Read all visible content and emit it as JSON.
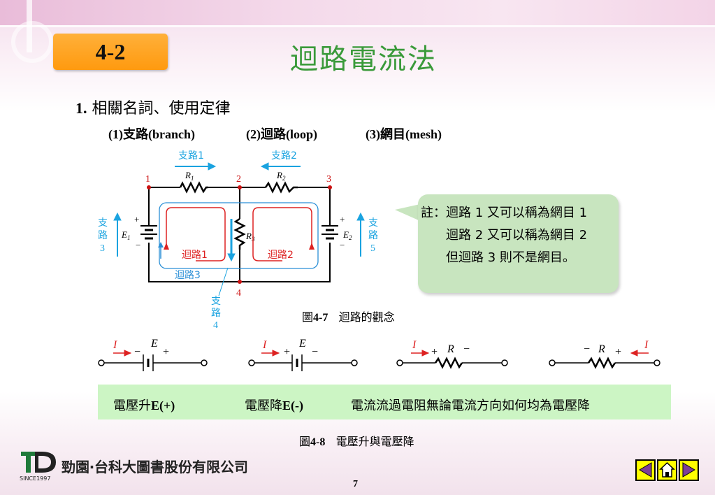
{
  "header": {
    "section": "4-2",
    "title": "迴路電流法"
  },
  "heading": {
    "num": "1.",
    "text": "相關名詞、使用定律"
  },
  "terms": [
    "(1)支路(branch)",
    "(2)迴路(loop)",
    "(3)網目(mesh)"
  ],
  "fig7": {
    "branch1": "支路1",
    "branch2": "支路2",
    "branch3": [
      "支",
      "路",
      "3"
    ],
    "branch4": [
      "支",
      "路",
      "4"
    ],
    "branch5": [
      "支",
      "路",
      "5"
    ],
    "loop1": "迴路1",
    "loop2": "迴路2",
    "loop3": "迴路3",
    "nodes": [
      "1",
      "2",
      "3",
      "4"
    ],
    "caption_prefix": "圖",
    "caption_num": "4-7",
    "caption_text": "迴路的觀念"
  },
  "note": {
    "lines": [
      "註：迴路 1 又可以稱為網目 1",
      "　　迴路 2 又可以稱為網目 2",
      "　　但迴路 3 則不是網目。"
    ]
  },
  "fig8": {
    "caption_prefix": "圖",
    "caption_num": "4-8",
    "caption_text": "電壓升與電壓降",
    "rise_prefix": "電壓升",
    "rise_suffix": "E(+)",
    "drop_prefix": "電壓降",
    "drop_suffix": "E(-)",
    "resistor_text": "電流流過電阻無論電流方向如何均為電壓降"
  },
  "footer": {
    "company": "勁園‧台科大圖書股份有限公司",
    "since": "SINCE1997",
    "page": "7"
  },
  "colors": {
    "accent_orange": "#ff9a0f",
    "title_green": "#3a9a3a",
    "note_green": "#c8e5bf",
    "bar_green": "#ccf5c4",
    "node_red": "#cc1111",
    "branch_blue": "#1aa3e0"
  }
}
